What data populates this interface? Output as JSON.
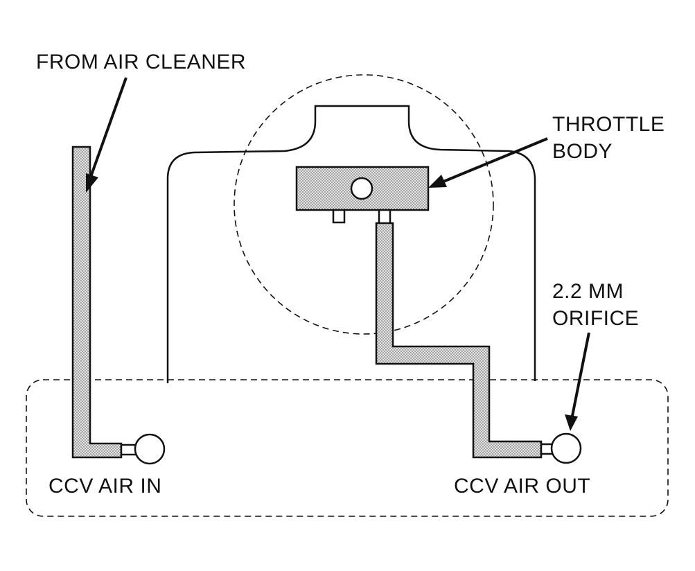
{
  "labels": {
    "from_air_cleaner": "FROM AIR CLEANER",
    "throttle_body_line1": "THROTTLE",
    "throttle_body_line2": "BODY",
    "orifice_line1": "2.2 MM",
    "orifice_line2": "ORIFICE",
    "ccv_air_in": "CCV AIR IN",
    "ccv_air_out": "CCV AIR OUT"
  }
}
